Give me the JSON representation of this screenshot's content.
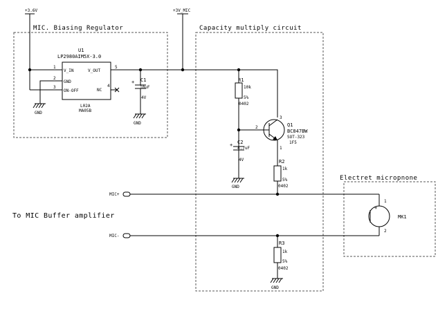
{
  "rails": {
    "vdd": "+3.6V",
    "vmic": "+3V_MIC"
  },
  "blocks": {
    "bias_regulator": "MIC. Biasing Regulator",
    "cap_multiplier": "Capacity multiply circuit",
    "electret": "Electret micropnone"
  },
  "u1": {
    "ref": "U1",
    "part": "LP2980AIM5X-3.0",
    "pin_vin": "V_IN",
    "pin_gnd": "GND",
    "pin_onoff": "ON-OFF",
    "pin_vout": "V_OUT",
    "pin_nc": "NC",
    "pin1": "1",
    "pin2": "2",
    "pin3": "3",
    "pin4": "4",
    "pin5": "5",
    "pkg1": "L02A",
    "pkg2": "MA05B"
  },
  "c1": {
    "ref": "C1",
    "value": "10uF",
    "rating": "4V"
  },
  "r1": {
    "ref": "R1",
    "value": "10k",
    "tol": "5%",
    "size": "0402"
  },
  "q1": {
    "ref": "Q1",
    "part": "BC847BW",
    "pkg": "SOT-323",
    "code": "1F5",
    "pin_b": "2",
    "pin_c": "3",
    "pin_e": "1"
  },
  "c2": {
    "ref": "C2",
    "value": "4.7uF",
    "rating": "4V"
  },
  "r2": {
    "ref": "R2",
    "value": "1k",
    "tol": "5%",
    "size": "0402"
  },
  "r3": {
    "ref": "R3",
    "value": "1k",
    "tol": "5%",
    "size": "0402"
  },
  "mk1": {
    "ref": "MK1",
    "pin1": "1",
    "pin2": "2"
  },
  "ports": {
    "mic_plus": "MIC+",
    "mic_minus": "MIC-"
  },
  "gnd_label": "GND",
  "caption": "To MIC Buffer amplifier"
}
